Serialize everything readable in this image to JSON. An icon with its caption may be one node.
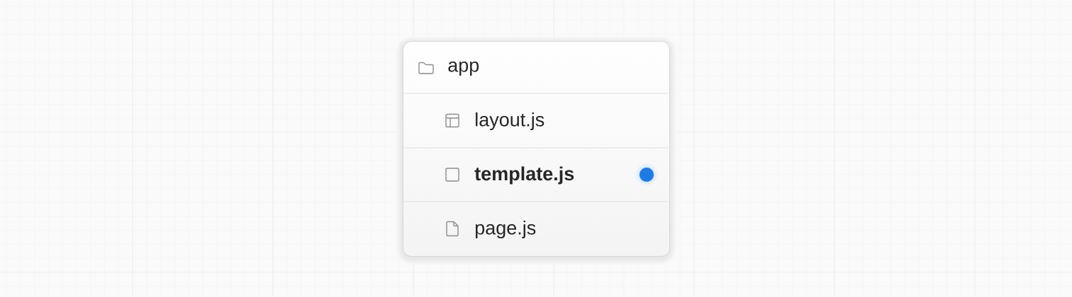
{
  "diagram": {
    "nodes": [
      {
        "text": [],
        "shape": "box"
      },
      {
        "text": [
          "app"
        ],
        "in": 0
      },
      {
        "text": [
          "layout.js"
        ],
        "in": 0
      },
      {
        "text": [
          "template.js"
        ],
        "in": 0
      },
      {
        "text": [
          "page.js"
        ],
        "in": 0
      }
    ]
  }
}
